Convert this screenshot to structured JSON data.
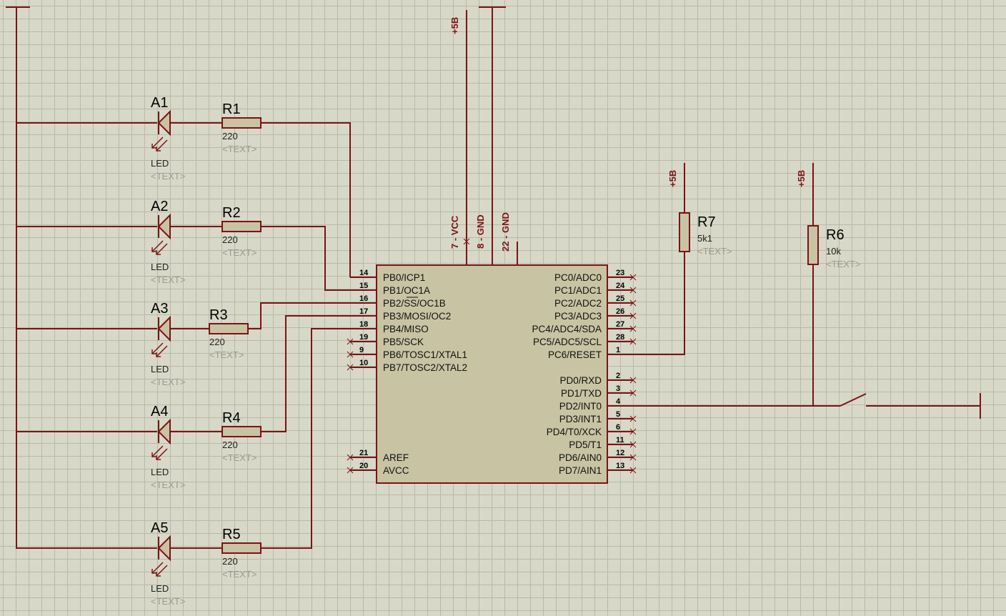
{
  "leds": [
    {
      "ref": "A1",
      "type": "LED",
      "text": "<TEXT>"
    },
    {
      "ref": "A2",
      "type": "LED",
      "text": "<TEXT>"
    },
    {
      "ref": "A3",
      "type": "LED",
      "text": "<TEXT>"
    },
    {
      "ref": "A4",
      "type": "LED",
      "text": "<TEXT>"
    },
    {
      "ref": "A5",
      "type": "LED",
      "text": "<TEXT>"
    }
  ],
  "resistors": [
    {
      "ref": "R1",
      "value": "220",
      "text": "<TEXT>"
    },
    {
      "ref": "R2",
      "value": "220",
      "text": "<TEXT>"
    },
    {
      "ref": "R3",
      "value": "220",
      "text": "<TEXT>"
    },
    {
      "ref": "R4",
      "value": "220",
      "text": "<TEXT>"
    },
    {
      "ref": "R5",
      "value": "220",
      "text": "<TEXT>"
    },
    {
      "ref": "R7",
      "value": "5k1",
      "text": "<TEXT>"
    },
    {
      "ref": "R6",
      "value": "10k",
      "text": "<TEXT>"
    }
  ],
  "power_labels": [
    "+5B",
    "+5B",
    "+5B"
  ],
  "mcu_power_pins": [
    "7 - VCC",
    "8 - GND",
    "22 - GND"
  ],
  "mcu_left_pins": [
    {
      "num": "14",
      "label": "PB0/ICP1"
    },
    {
      "num": "15",
      "label": "PB1/OC1A"
    },
    {
      "num": "16",
      "label": "PB2/SS/OC1B"
    },
    {
      "num": "17",
      "label": "PB3/MOSI/OC2"
    },
    {
      "num": "18",
      "label": "PB4/MISO"
    },
    {
      "num": "19",
      "label": "PB5/SCK"
    },
    {
      "num": "9",
      "label": "PB6/TOSC1/XTAL1"
    },
    {
      "num": "10",
      "label": "PB7/TOSC2/XTAL2"
    },
    {
      "num": "21",
      "label": "AREF"
    },
    {
      "num": "20",
      "label": "AVCC"
    }
  ],
  "mcu_right_pins": [
    {
      "num": "23",
      "label": "PC0/ADC0"
    },
    {
      "num": "24",
      "label": "PC1/ADC1"
    },
    {
      "num": "25",
      "label": "PC2/ADC2"
    },
    {
      "num": "26",
      "label": "PC3/ADC3"
    },
    {
      "num": "27",
      "label": "PC4/ADC4/SDA"
    },
    {
      "num": "28",
      "label": "PC5/ADC5/SCL"
    },
    {
      "num": "1",
      "label": "PC6/RESET"
    },
    {
      "num": "2",
      "label": "PD0/RXD"
    },
    {
      "num": "3",
      "label": "PD1/TXD"
    },
    {
      "num": "4",
      "label": "PD2/INT0"
    },
    {
      "num": "5",
      "label": "PD3/INT1"
    },
    {
      "num": "6",
      "label": "PD4/T0/XCK"
    },
    {
      "num": "11",
      "label": "PD5/T1"
    },
    {
      "num": "12",
      "label": "PD6/AIN0"
    },
    {
      "num": "13",
      "label": "PD7/AIN1"
    }
  ],
  "colors": {
    "wire": "#7a1414",
    "body": "#c8c3a3",
    "background": "#d8d8c8",
    "grid": "#b9b9ab"
  }
}
